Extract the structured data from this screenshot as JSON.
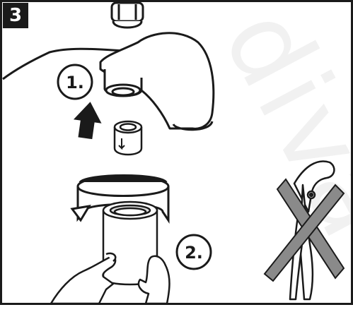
{
  "step": {
    "number": "3"
  },
  "callouts": [
    {
      "label": "1."
    },
    {
      "label": "2."
    }
  ],
  "watermark": {
    "text": "diva"
  },
  "icons": {
    "faucet": "faucet-spout-icon",
    "aerator": "aerator-cartridge-icon",
    "arrow": "up-arrow-icon",
    "rotation": "rotation-arrow-icon",
    "hand": "hand-icon",
    "wrench": "pliers-wrench-icon",
    "cross": "prohibited-x-icon"
  },
  "colors": {
    "line": "#1a1a1a",
    "cross": "#8a8a8a",
    "background": "#ffffff"
  }
}
